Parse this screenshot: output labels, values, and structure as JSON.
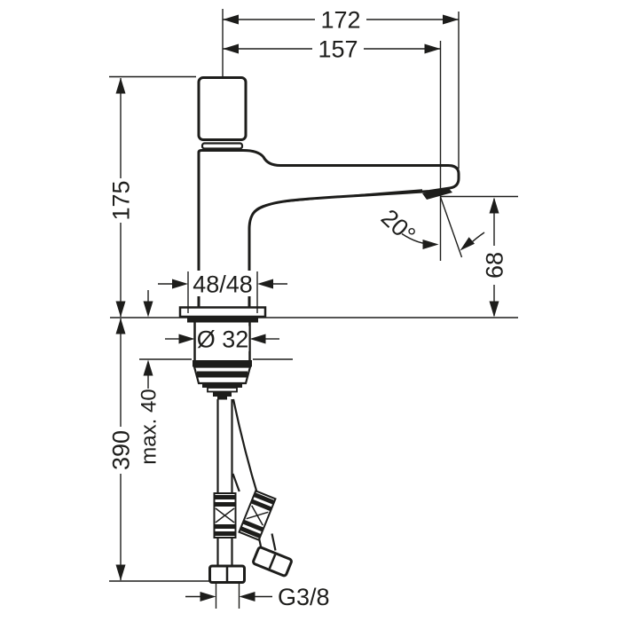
{
  "drawing": {
    "subject": "basin-mixer-faucet-dimension-drawing",
    "units": "mm",
    "dims": {
      "reach_total": "172",
      "reach_aerator": "157",
      "height_body": "175",
      "spout_angle": "20°",
      "spout_height": "68",
      "base_spacing": "48/48",
      "shank_diameter": "Ø 32",
      "counter_max": "max. 40",
      "hose_length": "390",
      "thread": "G3/8"
    },
    "colors": {
      "ink": "#1d1d1b",
      "paper": "#ffffff"
    }
  }
}
